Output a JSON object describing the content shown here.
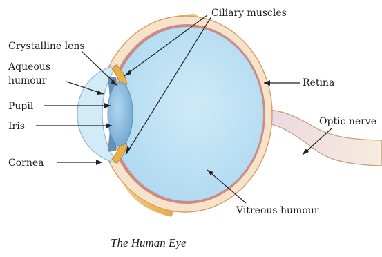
{
  "diagram": {
    "caption": "The Human Eye",
    "labels": {
      "ciliary_muscles": "Ciliary muscles",
      "crystalline_lens": "Crystalline lens",
      "aqueous_humour_line1": "Aqueous",
      "aqueous_humour_line2": "humour",
      "pupil": "Pupil",
      "iris": "Iris",
      "cornea": "Cornea",
      "retina": "Retina",
      "optic_nerve": "Optic nerve",
      "vitreous_humour": "Vitreous humour"
    },
    "colors": {
      "vitreous": "#bfe3f6",
      "sclera": "#f6e4cf",
      "retina": "#c98c86",
      "muscle": "#e8b248",
      "cornea": "#d2ebf7",
      "lens": "#8cc0e2",
      "iris": "#6a8fb5"
    }
  }
}
